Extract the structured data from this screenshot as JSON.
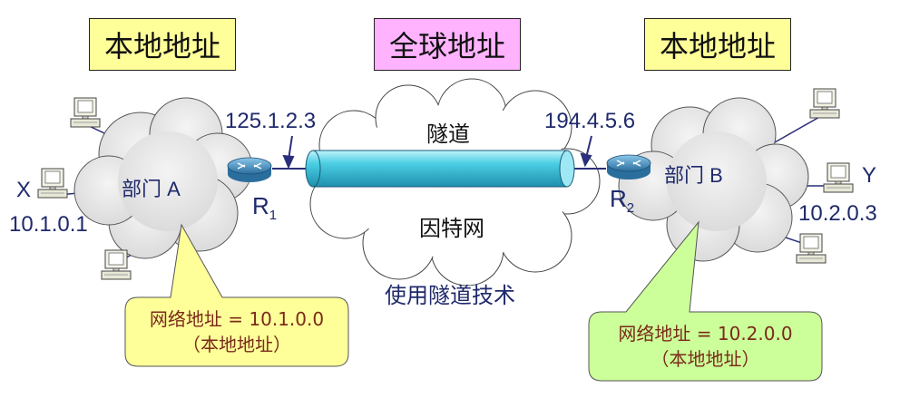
{
  "top_labels": {
    "left": "本地地址",
    "center": "全球地址",
    "right": "本地地址"
  },
  "left_site": {
    "network": "部门 A",
    "host_name": "X",
    "host_ip": "10.1.0.1",
    "router": "R",
    "router_sub": "1",
    "router_ip": "125.1.2.3",
    "callout_line1": "网络地址 = 10.1.0.0",
    "callout_line2": "（本地地址）"
  },
  "right_site": {
    "network": "部门 B",
    "host_name": "Y",
    "host_ip": "10.2.0.3",
    "router": "R",
    "router_sub": "2",
    "router_ip": "194.4.5.6",
    "callout_line1": "网络地址 = 10.2.0.0",
    "callout_line2": "（本地地址）"
  },
  "internet": {
    "tunnel_label": "隧道",
    "cloud_label": "因特网",
    "caption": "使用隧道技术"
  },
  "colors": {
    "local_box": "#ffff99",
    "global_box": "#ffb3ff",
    "callout_left": "#ffff99",
    "callout_right": "#ccff99",
    "tunnel": "#3fc6dd",
    "router": "#3a86b8",
    "cloud": "#e6e6e6"
  }
}
